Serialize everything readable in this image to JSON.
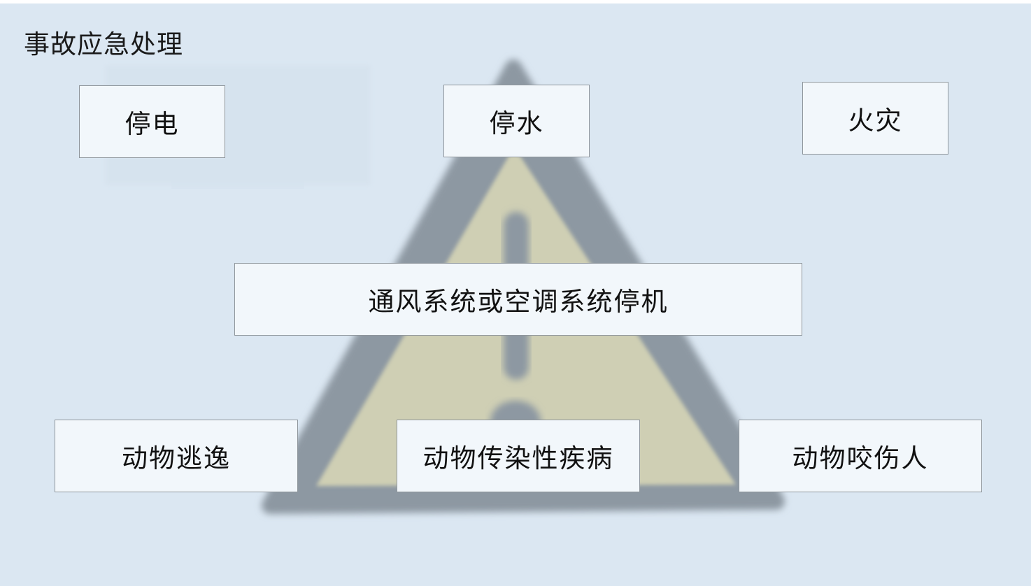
{
  "title": "事故应急处理",
  "emergencies": {
    "power_outage": "停电",
    "water_outage": "停水",
    "fire": "火灾",
    "hvac_shutdown": "通风系统或空调系统停机",
    "animal_escape": "动物逃逸",
    "animal_disease": "动物传染性疾病",
    "animal_bite": "动物咬伤人"
  },
  "colors": {
    "background": "#dbe7f2",
    "box_fill": "#f2f7fb",
    "box_border": "#8f969c",
    "warning_triangle_outline": "#8d98a2",
    "warning_triangle_fill": "#cfcfb4"
  },
  "decorations": {
    "background_icon": "warning-triangle-icon"
  }
}
